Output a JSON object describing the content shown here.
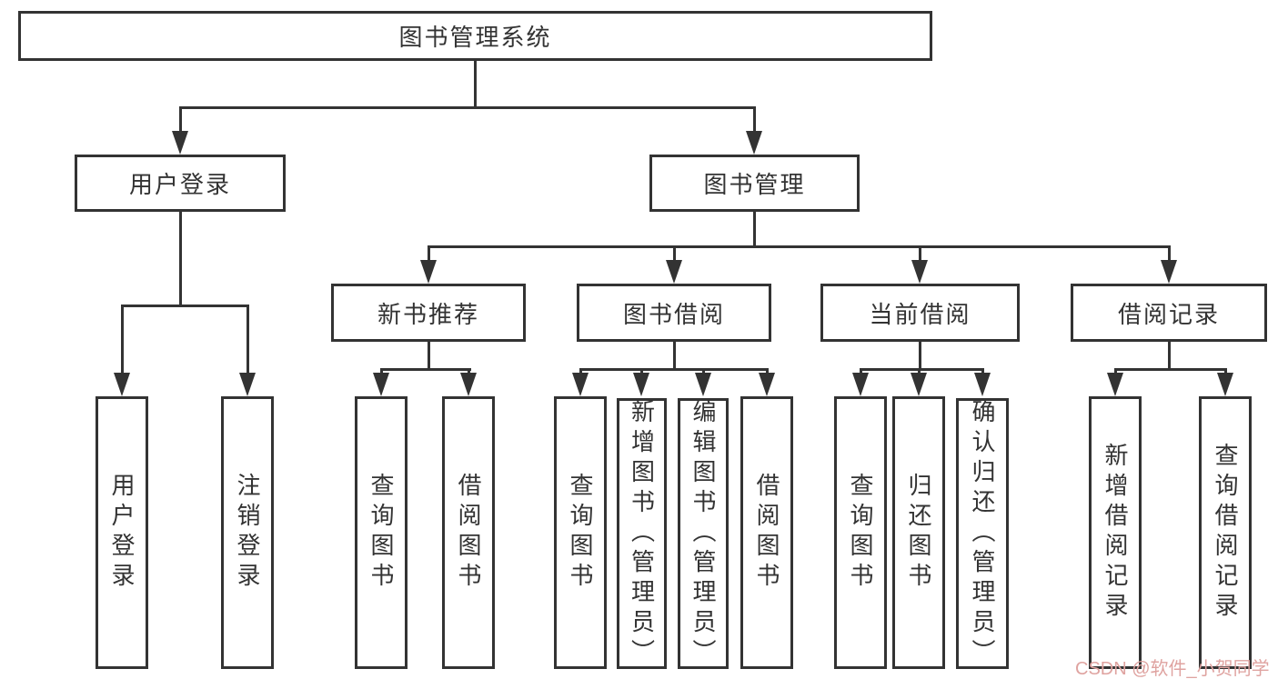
{
  "diagram": {
    "nodes": {
      "root": {
        "label": "图书管理系统"
      },
      "user_login": {
        "label": "用户登录"
      },
      "book_mgmt": {
        "label": "图书管理"
      },
      "new_book": {
        "label": "新书推荐"
      },
      "book_borrow": {
        "label": "图书借阅"
      },
      "current_borrow": {
        "label": "当前借阅"
      },
      "borrow_record": {
        "label": "借阅记录"
      },
      "leaf_user_login": {
        "label": "用户登录"
      },
      "leaf_logout": {
        "label": "注销登录"
      },
      "leaf_nb_query": {
        "label": "查询图书"
      },
      "leaf_nb_borrow": {
        "label": "借阅图书"
      },
      "leaf_bb_query": {
        "label": "查询图书"
      },
      "leaf_bb_add": {
        "label": "新增图书（管理员）"
      },
      "leaf_bb_edit": {
        "label": "编辑图书（管理员）"
      },
      "leaf_bb_borrow": {
        "label": "借阅图书"
      },
      "leaf_cb_query": {
        "label": "查询图书"
      },
      "leaf_cb_return": {
        "label": "归还图书"
      },
      "leaf_cb_confirm": {
        "label": "确认归还（管理员）"
      },
      "leaf_br_add": {
        "label": "新增借阅记录"
      },
      "leaf_br_query": {
        "label": "查询借阅记录"
      }
    },
    "colors": {
      "line": "#333333",
      "text": "#333333",
      "background": "#ffffff",
      "watermark": "#dfa3a0"
    }
  },
  "watermark": {
    "text": "CSDN @软件_小贺同学"
  }
}
